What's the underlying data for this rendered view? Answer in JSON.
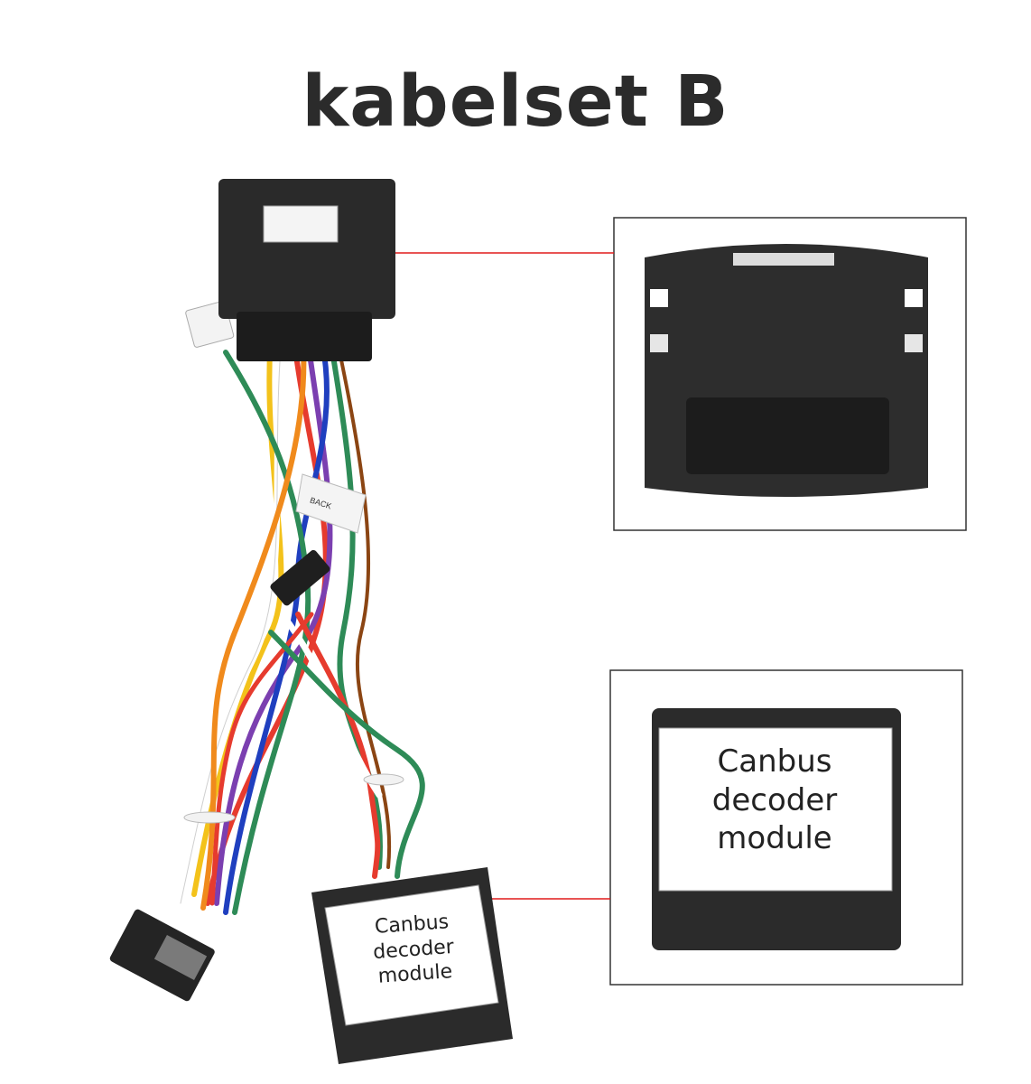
{
  "title": "kabelset B",
  "back_tag": "BACK",
  "canbus_label": {
    "line1": "Canbus",
    "line2": "decoder",
    "line3": "module"
  },
  "colors": {
    "connector_body": "#2a2a2a",
    "callout_line": "#e01b1b",
    "wire_colors": [
      "#e63b2e",
      "#2e8b57",
      "#f3c21b",
      "#7b3fb0",
      "#ffffff",
      "#1f3fbf",
      "#8b4513",
      "#f08a1c",
      "#111111",
      "#9e9e9e"
    ]
  }
}
